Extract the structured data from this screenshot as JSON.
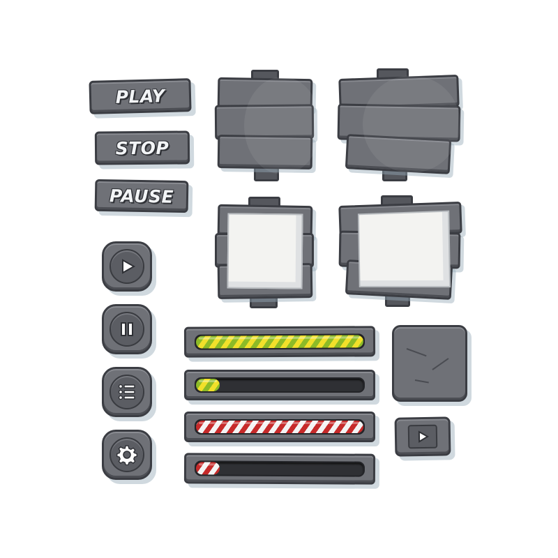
{
  "text_buttons": [
    {
      "label": "PLAY"
    },
    {
      "label": "STOP"
    },
    {
      "label": "PAUSE"
    }
  ],
  "icon_buttons": [
    {
      "icon": "play-icon"
    },
    {
      "icon": "pause-icon"
    },
    {
      "icon": "menu-list-icon"
    },
    {
      "icon": "gear-icon"
    }
  ],
  "progress_bars": [
    {
      "style": "green-striped",
      "progress": 1.0
    },
    {
      "style": "green-striped",
      "progress": 0.14
    },
    {
      "style": "red-striped",
      "progress": 1.0
    },
    {
      "style": "red-striped",
      "progress": 0.14
    }
  ],
  "colors": {
    "stone": "#6f7177",
    "stone_outline": "#3b3d43",
    "shadow": "#a9bccb",
    "green_stripe": "#8dbb27",
    "yellow_stripe": "#f2e02a",
    "red_stripe": "#c62a2a",
    "paper": "#f3f3f1"
  }
}
